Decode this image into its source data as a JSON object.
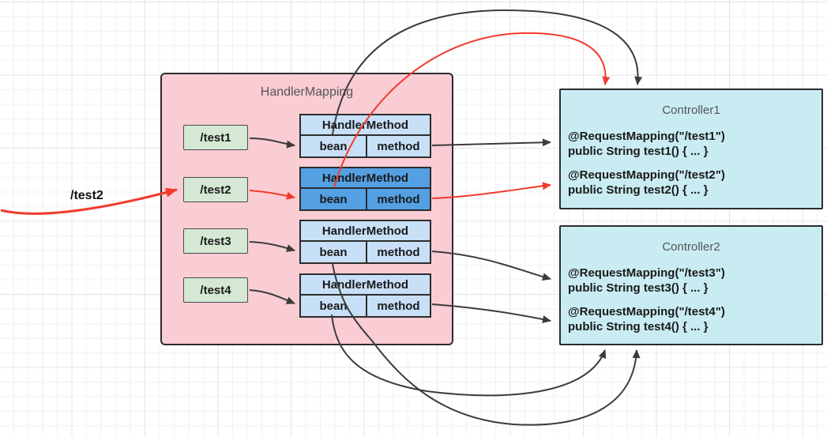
{
  "diagram": {
    "request_label": "/test2",
    "handler_mapping": {
      "title": "HandlerMapping",
      "entries": [
        {
          "path": "/test1",
          "table_title": "HandlerMethod",
          "bean_label": "bean",
          "method_label": "method",
          "highlighted": false
        },
        {
          "path": "/test2",
          "table_title": "HandlerMethod",
          "bean_label": "bean",
          "method_label": "method",
          "highlighted": true
        },
        {
          "path": "/test3",
          "table_title": "HandlerMethod",
          "bean_label": "bean",
          "method_label": "method",
          "highlighted": false
        },
        {
          "path": "/test4",
          "table_title": "HandlerMethod",
          "bean_label": "bean",
          "method_label": "method",
          "highlighted": false
        }
      ]
    },
    "controllers": [
      {
        "title": "Controller1",
        "methods": [
          {
            "annotation": "@RequestMapping(\"/test1\")",
            "signature": "public String test1() { ... }"
          },
          {
            "annotation": "@RequestMapping(\"/test2\")",
            "signature": "public String test2() { ... }"
          }
        ]
      },
      {
        "title": "Controller2",
        "methods": [
          {
            "annotation": "@RequestMapping(\"/test3\")",
            "signature": "public String test3() { ... }"
          },
          {
            "annotation": "@RequestMapping(\"/test4\")",
            "signature": "public String test4() { ... }"
          }
        ]
      }
    ],
    "colors": {
      "container_fill": "#f9cdd3",
      "path_fill": "#d5e8d4",
      "table_fill": "#c7e0f7",
      "table_highlight": "#54a0e3",
      "controller_fill": "#c9ecf2",
      "border_dark": "#2d2d2d",
      "arrow_black": "#3c3c3c",
      "arrow_red": "#f23a2d",
      "title_text": "#555555",
      "body_text": "#1a1a1a",
      "grid_minor": "#f2f2f2",
      "grid_major": "#e4e4e4"
    }
  }
}
